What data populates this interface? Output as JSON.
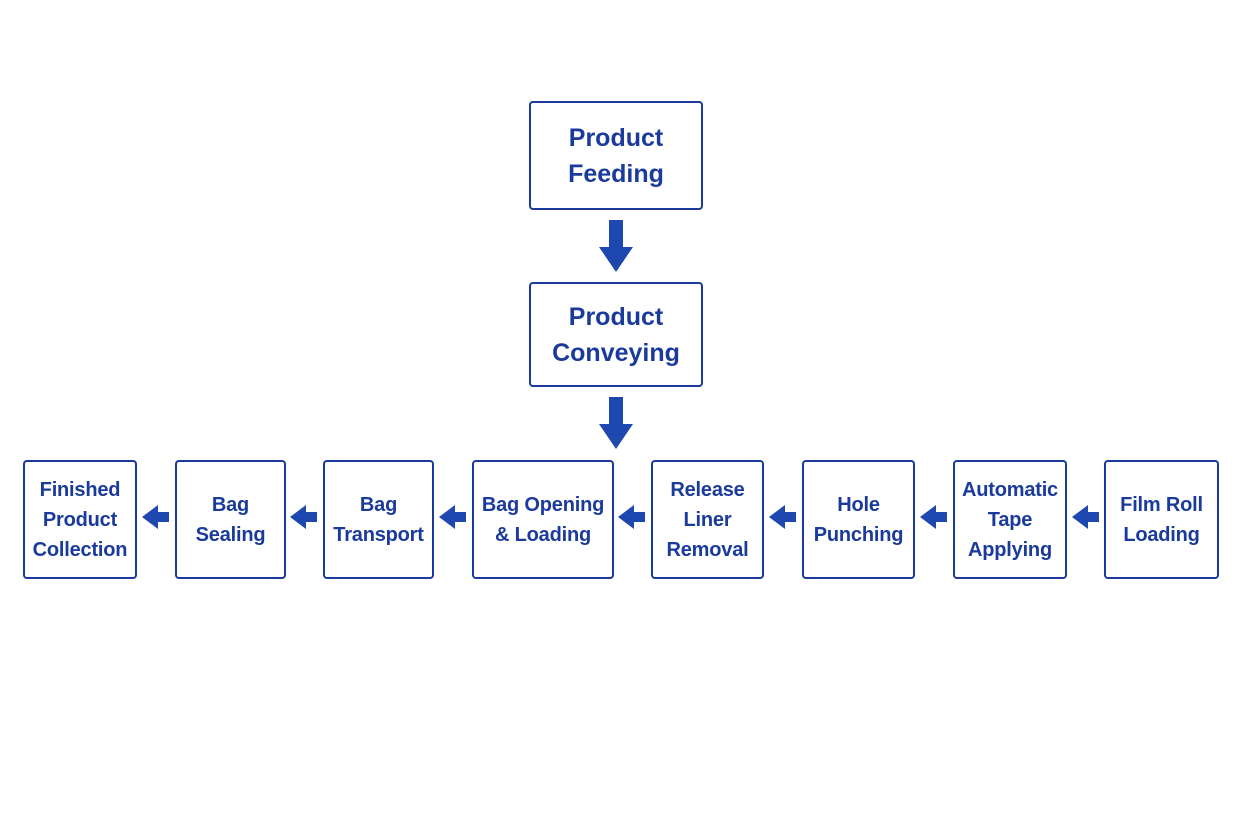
{
  "diagram": {
    "colors": {
      "stroke": "#1A3A9C",
      "text": "#1A3A9C",
      "arrow": "#1F47B0",
      "background": "#FFFFFF"
    },
    "top_chain": [
      {
        "id": "product-feeding",
        "label": "Product\nFeeding"
      },
      {
        "id": "product-conveying",
        "label": "Product\nConveying"
      }
    ],
    "process_row": [
      {
        "id": "finished-product-collection",
        "label": "Finished\nProduct\nCollection"
      },
      {
        "id": "bag-sealing",
        "label": "Bag\nSealing"
      },
      {
        "id": "bag-transport",
        "label": "Bag\nTransport"
      },
      {
        "id": "bag-opening-loading",
        "label": "Bag Opening\n& Loading"
      },
      {
        "id": "release-liner-removal",
        "label": "Release\nLiner\nRemoval"
      },
      {
        "id": "hole-punching",
        "label": "Hole\nPunching"
      },
      {
        "id": "automatic-tape-applying",
        "label": "Automatic\nTape\nApplying"
      },
      {
        "id": "film-roll-loading",
        "label": "Film Roll\nLoading"
      }
    ],
    "connections": [
      {
        "from": "product-feeding",
        "to": "product-conveying",
        "direction": "down"
      },
      {
        "from": "product-conveying",
        "to": "bag-opening-loading",
        "direction": "down"
      },
      {
        "from": "film-roll-loading",
        "to": "automatic-tape-applying",
        "direction": "left"
      },
      {
        "from": "automatic-tape-applying",
        "to": "hole-punching",
        "direction": "left"
      },
      {
        "from": "hole-punching",
        "to": "release-liner-removal",
        "direction": "left"
      },
      {
        "from": "release-liner-removal",
        "to": "bag-opening-loading",
        "direction": "left"
      },
      {
        "from": "bag-opening-loading",
        "to": "bag-transport",
        "direction": "left"
      },
      {
        "from": "bag-transport",
        "to": "bag-sealing",
        "direction": "left"
      },
      {
        "from": "bag-sealing",
        "to": "finished-product-collection",
        "direction": "left"
      }
    ]
  }
}
